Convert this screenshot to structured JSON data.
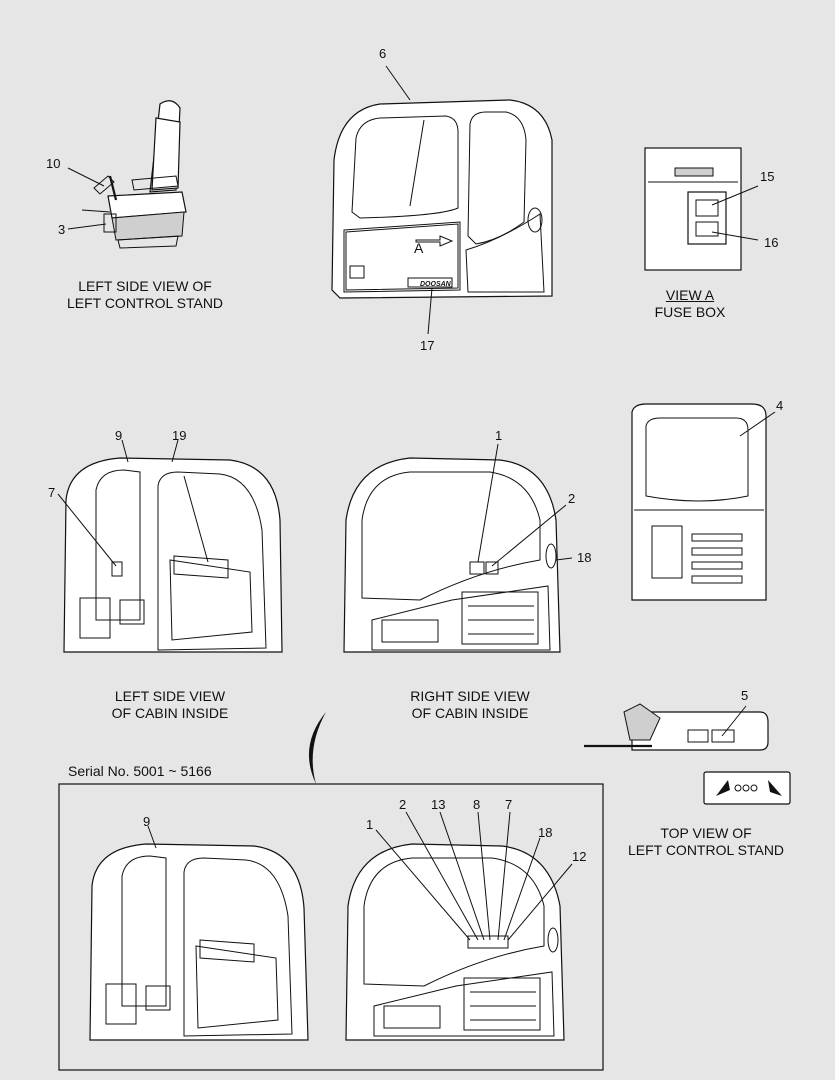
{
  "captions": {
    "seat": [
      "LEFT SIDE VIEW OF",
      "LEFT CONTROL STAND"
    ],
    "view_a": [
      "VIEW A",
      "FUSE BOX"
    ],
    "cabin_left": [
      "LEFT SIDE VIEW",
      "OF CABIN INSIDE"
    ],
    "cabin_right": [
      "RIGHT SIDE VIEW",
      "OF CABIN INSIDE"
    ],
    "top_view": [
      "TOP VIEW OF",
      "LEFT CONTROL STAND"
    ]
  },
  "serial_note": "Serial No. 5001 ~ 5166",
  "view_marker": "A",
  "brand_mark": "DOOSAN",
  "part_refs": {
    "seat": [
      "10",
      "3"
    ],
    "cabin_exterior": [
      "6",
      "17"
    ],
    "fuse_box": [
      "15",
      "16"
    ],
    "cabin_rear": [
      "4"
    ],
    "cabin_left_inside": [
      "9",
      "19",
      "7"
    ],
    "cabin_right_inside": [
      "1",
      "2",
      "18"
    ],
    "control_stand_top": [
      "5"
    ],
    "serial_left_inside": [
      "9"
    ],
    "serial_right_inside": [
      "1",
      "2",
      "13",
      "8",
      "7",
      "18",
      "12"
    ]
  }
}
